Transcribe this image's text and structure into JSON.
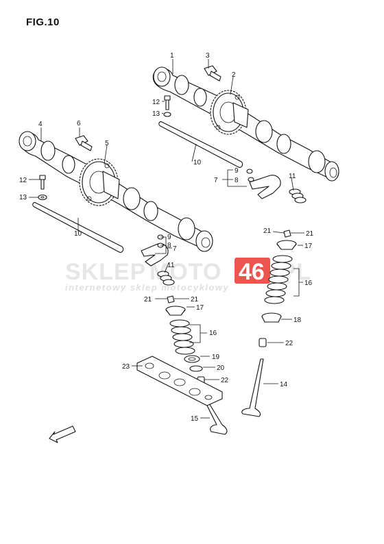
{
  "figure": {
    "title": "FIG.10"
  },
  "watermark": {
    "brand_left": "SKLEP",
    "brand_mid": "MOTO",
    "brand_num": "46",
    "brand_right": ".PL",
    "tagline": "internetowy sklep motocyklowy",
    "accent": "#e8372f"
  },
  "fwd": "FWD",
  "callouts": [
    {
      "id": "c1",
      "text": "1"
    },
    {
      "id": "c2",
      "text": "2"
    },
    {
      "id": "c3",
      "text": "3"
    },
    {
      "id": "c4",
      "text": "4"
    },
    {
      "id": "c5",
      "text": "5"
    },
    {
      "id": "c6",
      "text": "6"
    },
    {
      "id": "c7a",
      "text": "7"
    },
    {
      "id": "c7b",
      "text": "7"
    },
    {
      "id": "c8a",
      "text": "8"
    },
    {
      "id": "c8b",
      "text": "8"
    },
    {
      "id": "c9a",
      "text": "9"
    },
    {
      "id": "c9b",
      "text": "9"
    },
    {
      "id": "c10a",
      "text": "10"
    },
    {
      "id": "c10b",
      "text": "10"
    },
    {
      "id": "c11a",
      "text": "11"
    },
    {
      "id": "c11b",
      "text": "11"
    },
    {
      "id": "c12a",
      "text": "12"
    },
    {
      "id": "c12b",
      "text": "12"
    },
    {
      "id": "c13a",
      "text": "13"
    },
    {
      "id": "c13b",
      "text": "13"
    },
    {
      "id": "c14",
      "text": "14"
    },
    {
      "id": "c15",
      "text": "15"
    },
    {
      "id": "c16a",
      "text": "16"
    },
    {
      "id": "c16b",
      "text": "16"
    },
    {
      "id": "c17a",
      "text": "17"
    },
    {
      "id": "c17b",
      "text": "17"
    },
    {
      "id": "c18",
      "text": "18"
    },
    {
      "id": "c19",
      "text": "19"
    },
    {
      "id": "c20",
      "text": "20"
    },
    {
      "id": "c21a",
      "text": "21"
    },
    {
      "id": "c21b",
      "text": "21"
    },
    {
      "id": "c21c",
      "text": "21"
    },
    {
      "id": "c21d",
      "text": "21"
    },
    {
      "id": "c22a",
      "text": "22"
    },
    {
      "id": "c22b",
      "text": "22"
    },
    {
      "id": "c23",
      "text": "23"
    }
  ]
}
